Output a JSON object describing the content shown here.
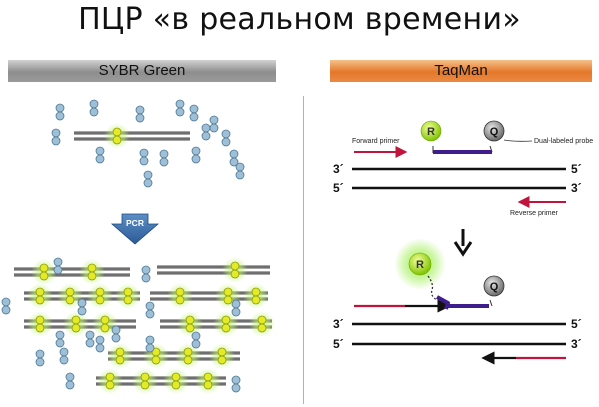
{
  "title": "ПЦР «в реальном времени»",
  "panels": {
    "sybr": {
      "header": "SYBR Green",
      "pcr_label": "PCR"
    },
    "taqman": {
      "header": "TaqMan",
      "forward_primer": "Forward primer",
      "probe_label": "Dual-labeled probe",
      "reverse_primer": "Reverse primer",
      "reporter": "R",
      "quencher": "Q",
      "end_3": "3´",
      "end_5": "5´"
    }
  },
  "colors": {
    "sybr_header": "#8e8e8e",
    "taqman_header": "#e4772a",
    "dye": "#d9e21c",
    "dye_glow": "#b8ec6a",
    "free_dye": "#8fb0c8",
    "primer": "#c0143c",
    "probe": "#3f1e8c",
    "reporter": "#8ed600",
    "quencher": "#4a4a4a"
  }
}
